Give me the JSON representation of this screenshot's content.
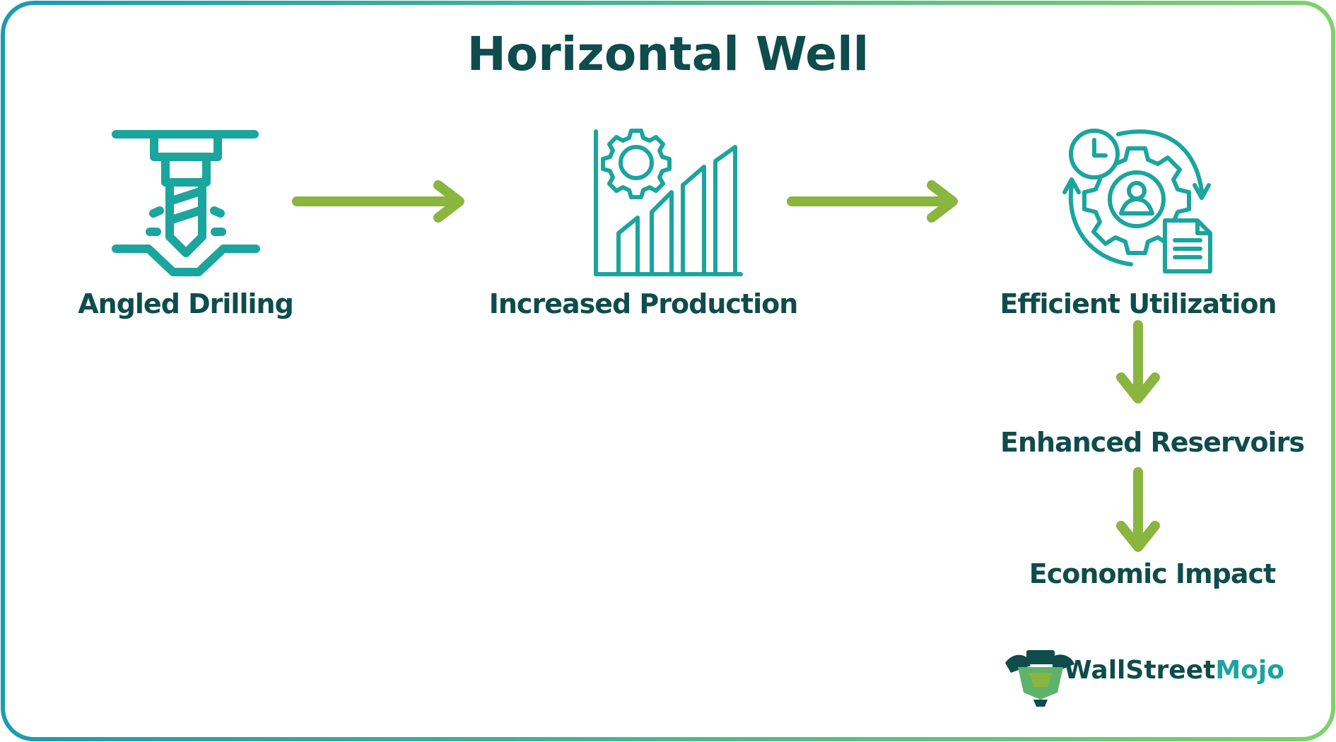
{
  "diagram": {
    "title": "Horizontal Well",
    "steps": [
      {
        "label": "Angled Drilling",
        "icon": "drill-icon"
      },
      {
        "label": "Increased Production",
        "icon": "production-chart-gear-icon"
      },
      {
        "label": "Efficient Utilization",
        "icon": "gear-user-cycle-icon"
      },
      {
        "label": "Enhanced Reservoirs"
      },
      {
        "label": "Economic Impact"
      }
    ]
  },
  "brand": {
    "name_part1": "WallStreet",
    "name_part2": "Mojo",
    "icon": "bull-mascot-icon"
  },
  "colors": {
    "primary_teal": "#1aa59e",
    "dark_text": "#0f4c4c",
    "arrow_green": "#8ab53f",
    "border_start": "#1a9bb5",
    "border_end": "#7dd36a"
  }
}
